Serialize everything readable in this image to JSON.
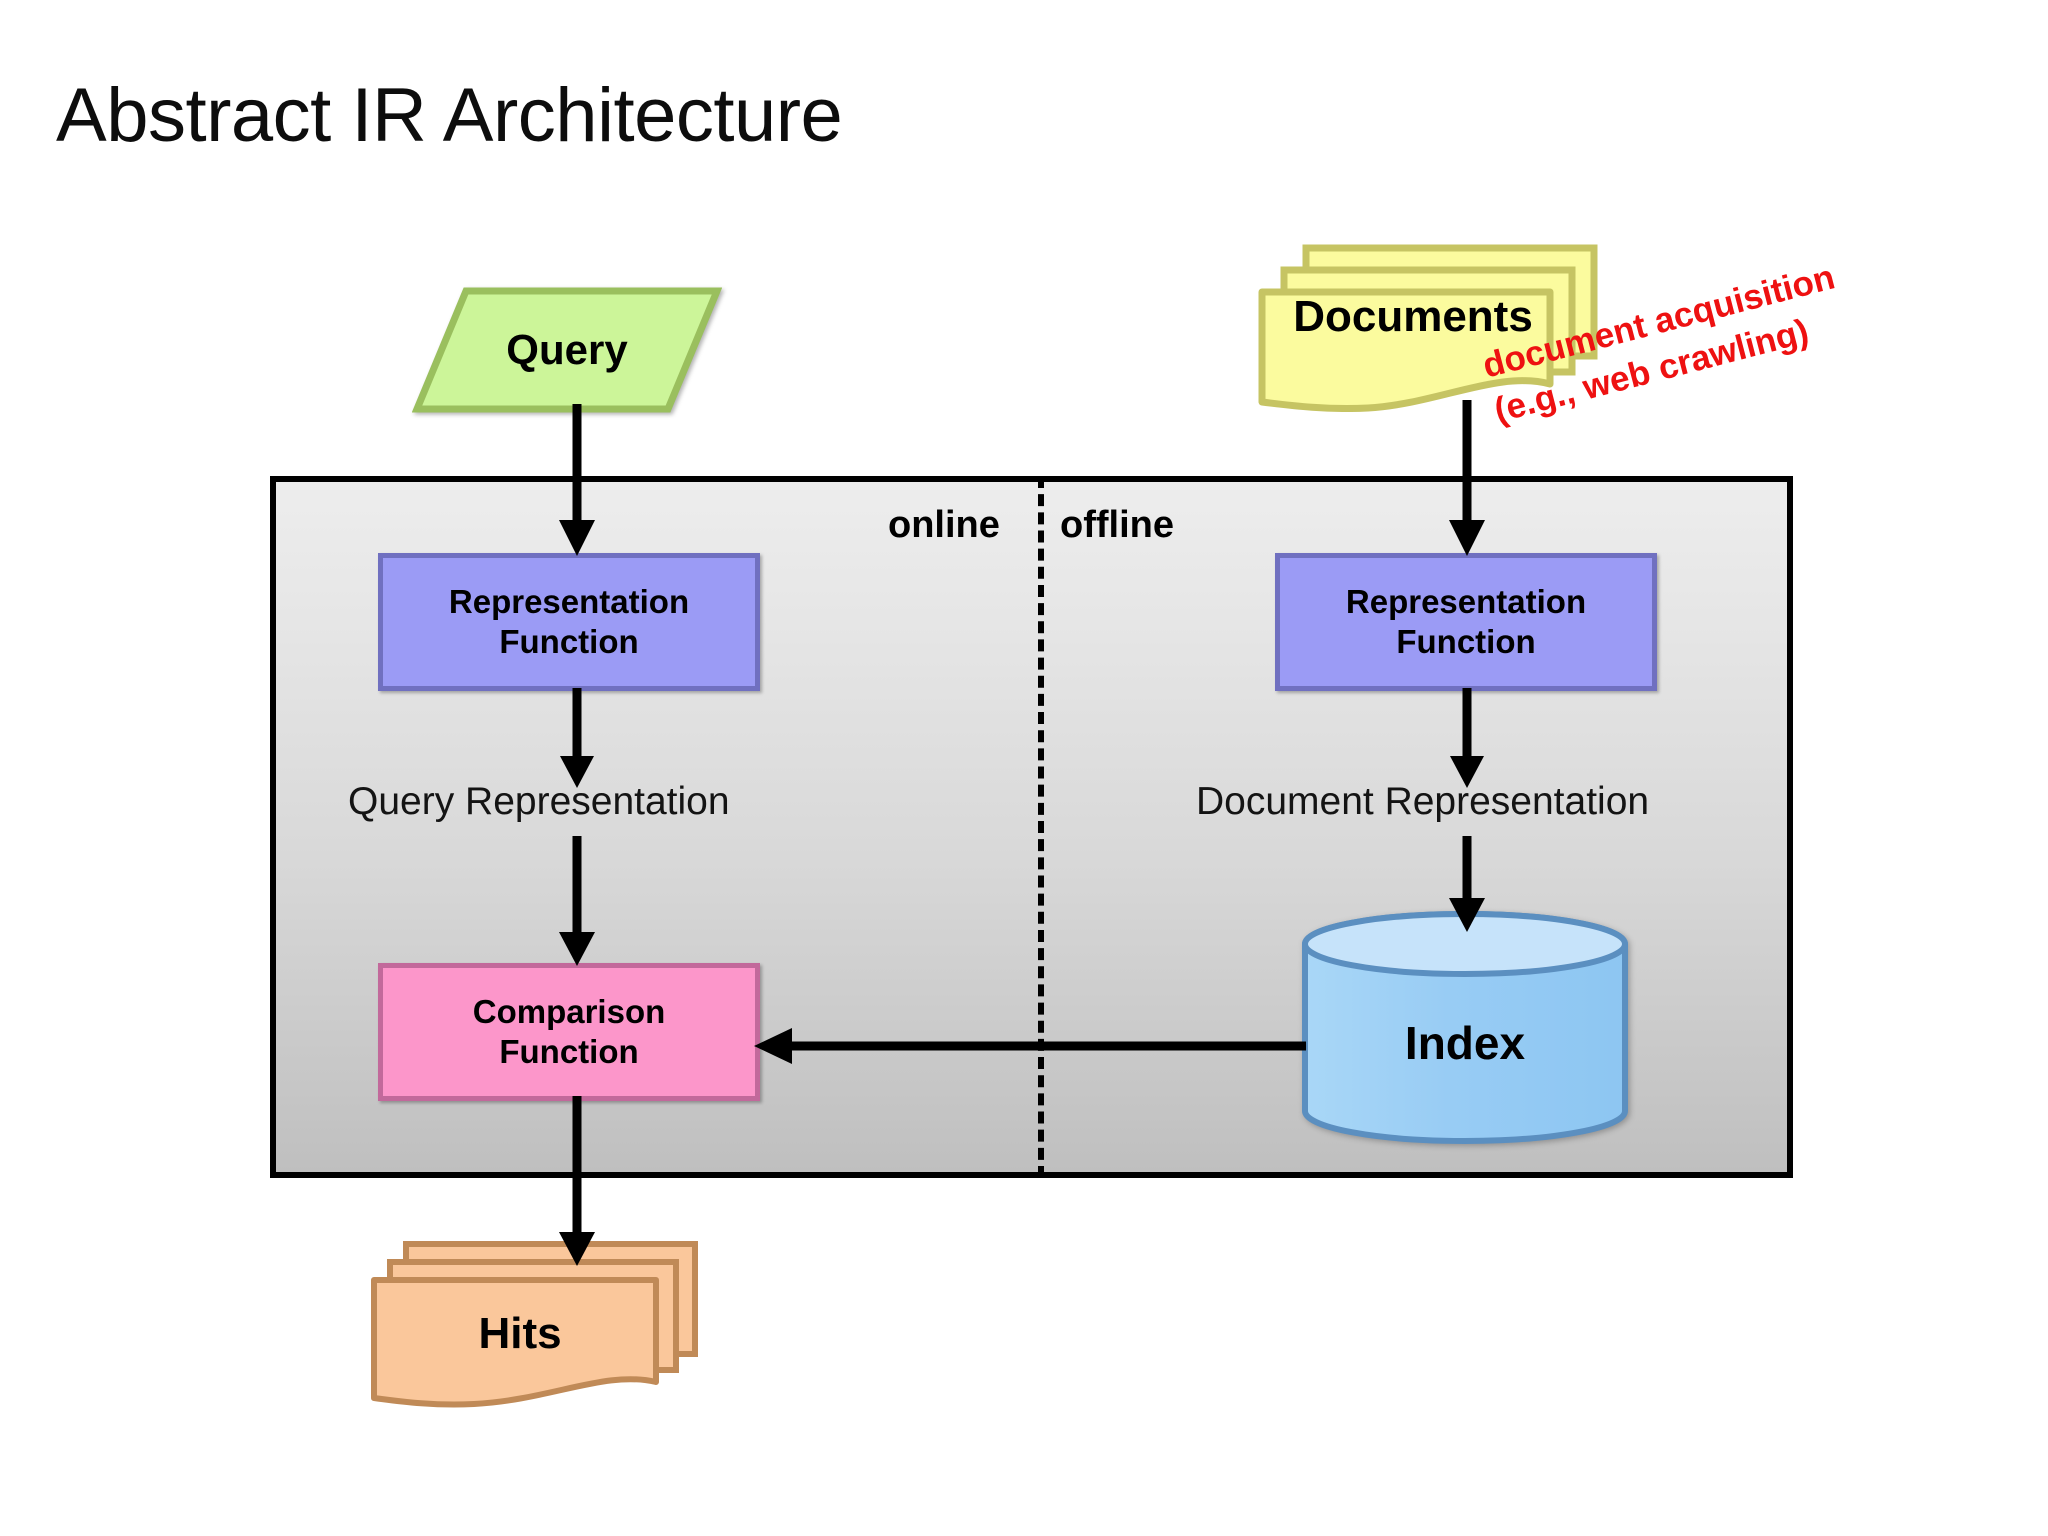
{
  "title": "Abstract IR Architecture",
  "nodes": {
    "query": {
      "label": "Query",
      "shape": "parallelogram",
      "color": "#CCF599",
      "border": "#9ABF5E"
    },
    "documents": {
      "label": "Documents",
      "shape": "document-stack",
      "color": "#FBFB9E",
      "border": "#C6C463"
    },
    "rep_fn_query": {
      "label_line1": "Representation",
      "label_line2": "Function",
      "shape": "rectangle",
      "color": "#9B9BF5",
      "border": "#7070C0"
    },
    "rep_fn_doc": {
      "label_line1": "Representation",
      "label_line2": "Function",
      "shape": "rectangle",
      "color": "#9B9BF5",
      "border": "#7070C0"
    },
    "comparison_fn": {
      "label_line1": "Comparison",
      "label_line2": "Function",
      "shape": "rectangle",
      "color": "#FC96CA",
      "border": "#C2699B"
    },
    "index": {
      "label": "Index",
      "shape": "cylinder",
      "color": "#9ACDF5",
      "border": "#5B8FC0"
    },
    "hits": {
      "label": "Hits",
      "shape": "document-stack",
      "color": "#FAC79B",
      "border": "#C08A57"
    }
  },
  "captions": {
    "query_representation": "Query Representation",
    "document_representation": "Document Representation"
  },
  "dividers": {
    "online": "online",
    "offline": "offline"
  },
  "annotations": {
    "document_acquisition_line1": "document acquisition",
    "document_acquisition_line2": "(e.g., web crawling)",
    "color": "#EE1111"
  },
  "panel": {
    "fill_top": "#EDEDED",
    "fill_bottom": "#BFBFBF",
    "border": "#000000"
  },
  "edges": [
    {
      "name": "query-to-repfn",
      "from": "query",
      "to": "rep_fn_query",
      "direction": "down"
    },
    {
      "name": "repfn-to-queryrep",
      "from": "rep_fn_query",
      "to": "query_representation",
      "direction": "down"
    },
    {
      "name": "queryrep-to-cmpfn",
      "from": "query_representation",
      "to": "comparison_fn",
      "direction": "down"
    },
    {
      "name": "cmpfn-to-hits",
      "from": "comparison_fn",
      "to": "hits",
      "direction": "down"
    },
    {
      "name": "documents-to-repfn",
      "from": "documents",
      "to": "rep_fn_doc",
      "direction": "down"
    },
    {
      "name": "repfn-to-docrep",
      "from": "rep_fn_doc",
      "to": "document_representation",
      "direction": "down"
    },
    {
      "name": "docrep-to-index",
      "from": "document_representation",
      "to": "index",
      "direction": "down"
    },
    {
      "name": "index-to-cmpfn",
      "from": "index",
      "to": "comparison_fn",
      "direction": "left"
    }
  ]
}
